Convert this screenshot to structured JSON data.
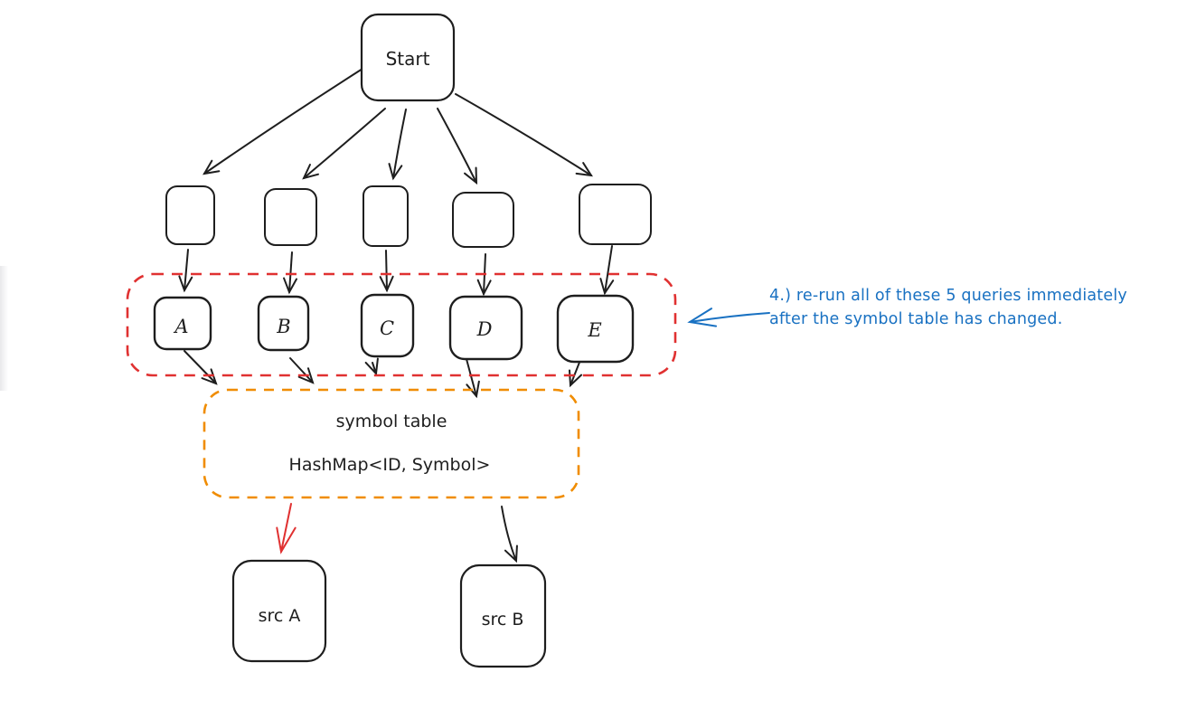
{
  "diagram": {
    "nodes": {
      "start": {
        "label": "Start"
      },
      "queries": [
        {
          "label": "A"
        },
        {
          "label": "B"
        },
        {
          "label": "C"
        },
        {
          "label": "D"
        },
        {
          "label": "E"
        }
      ],
      "symbol_table": {
        "title": "symbol table",
        "type": "HashMap<ID, Symbol>"
      },
      "sources": [
        {
          "label": "src A"
        },
        {
          "label": "src B"
        }
      ]
    },
    "annotation": {
      "line1": "4.) re-run all of these 5 queries immediately",
      "line2": "after the symbol table has changed."
    },
    "colors": {
      "stroke": "#1e1e1e",
      "rerun_group_outline": "#e03131",
      "symbol_table_outline": "#f08c00",
      "annotation_blue": "#1971c2",
      "highlight_arrow_red": "#e03131",
      "background": "#ffffff"
    }
  }
}
